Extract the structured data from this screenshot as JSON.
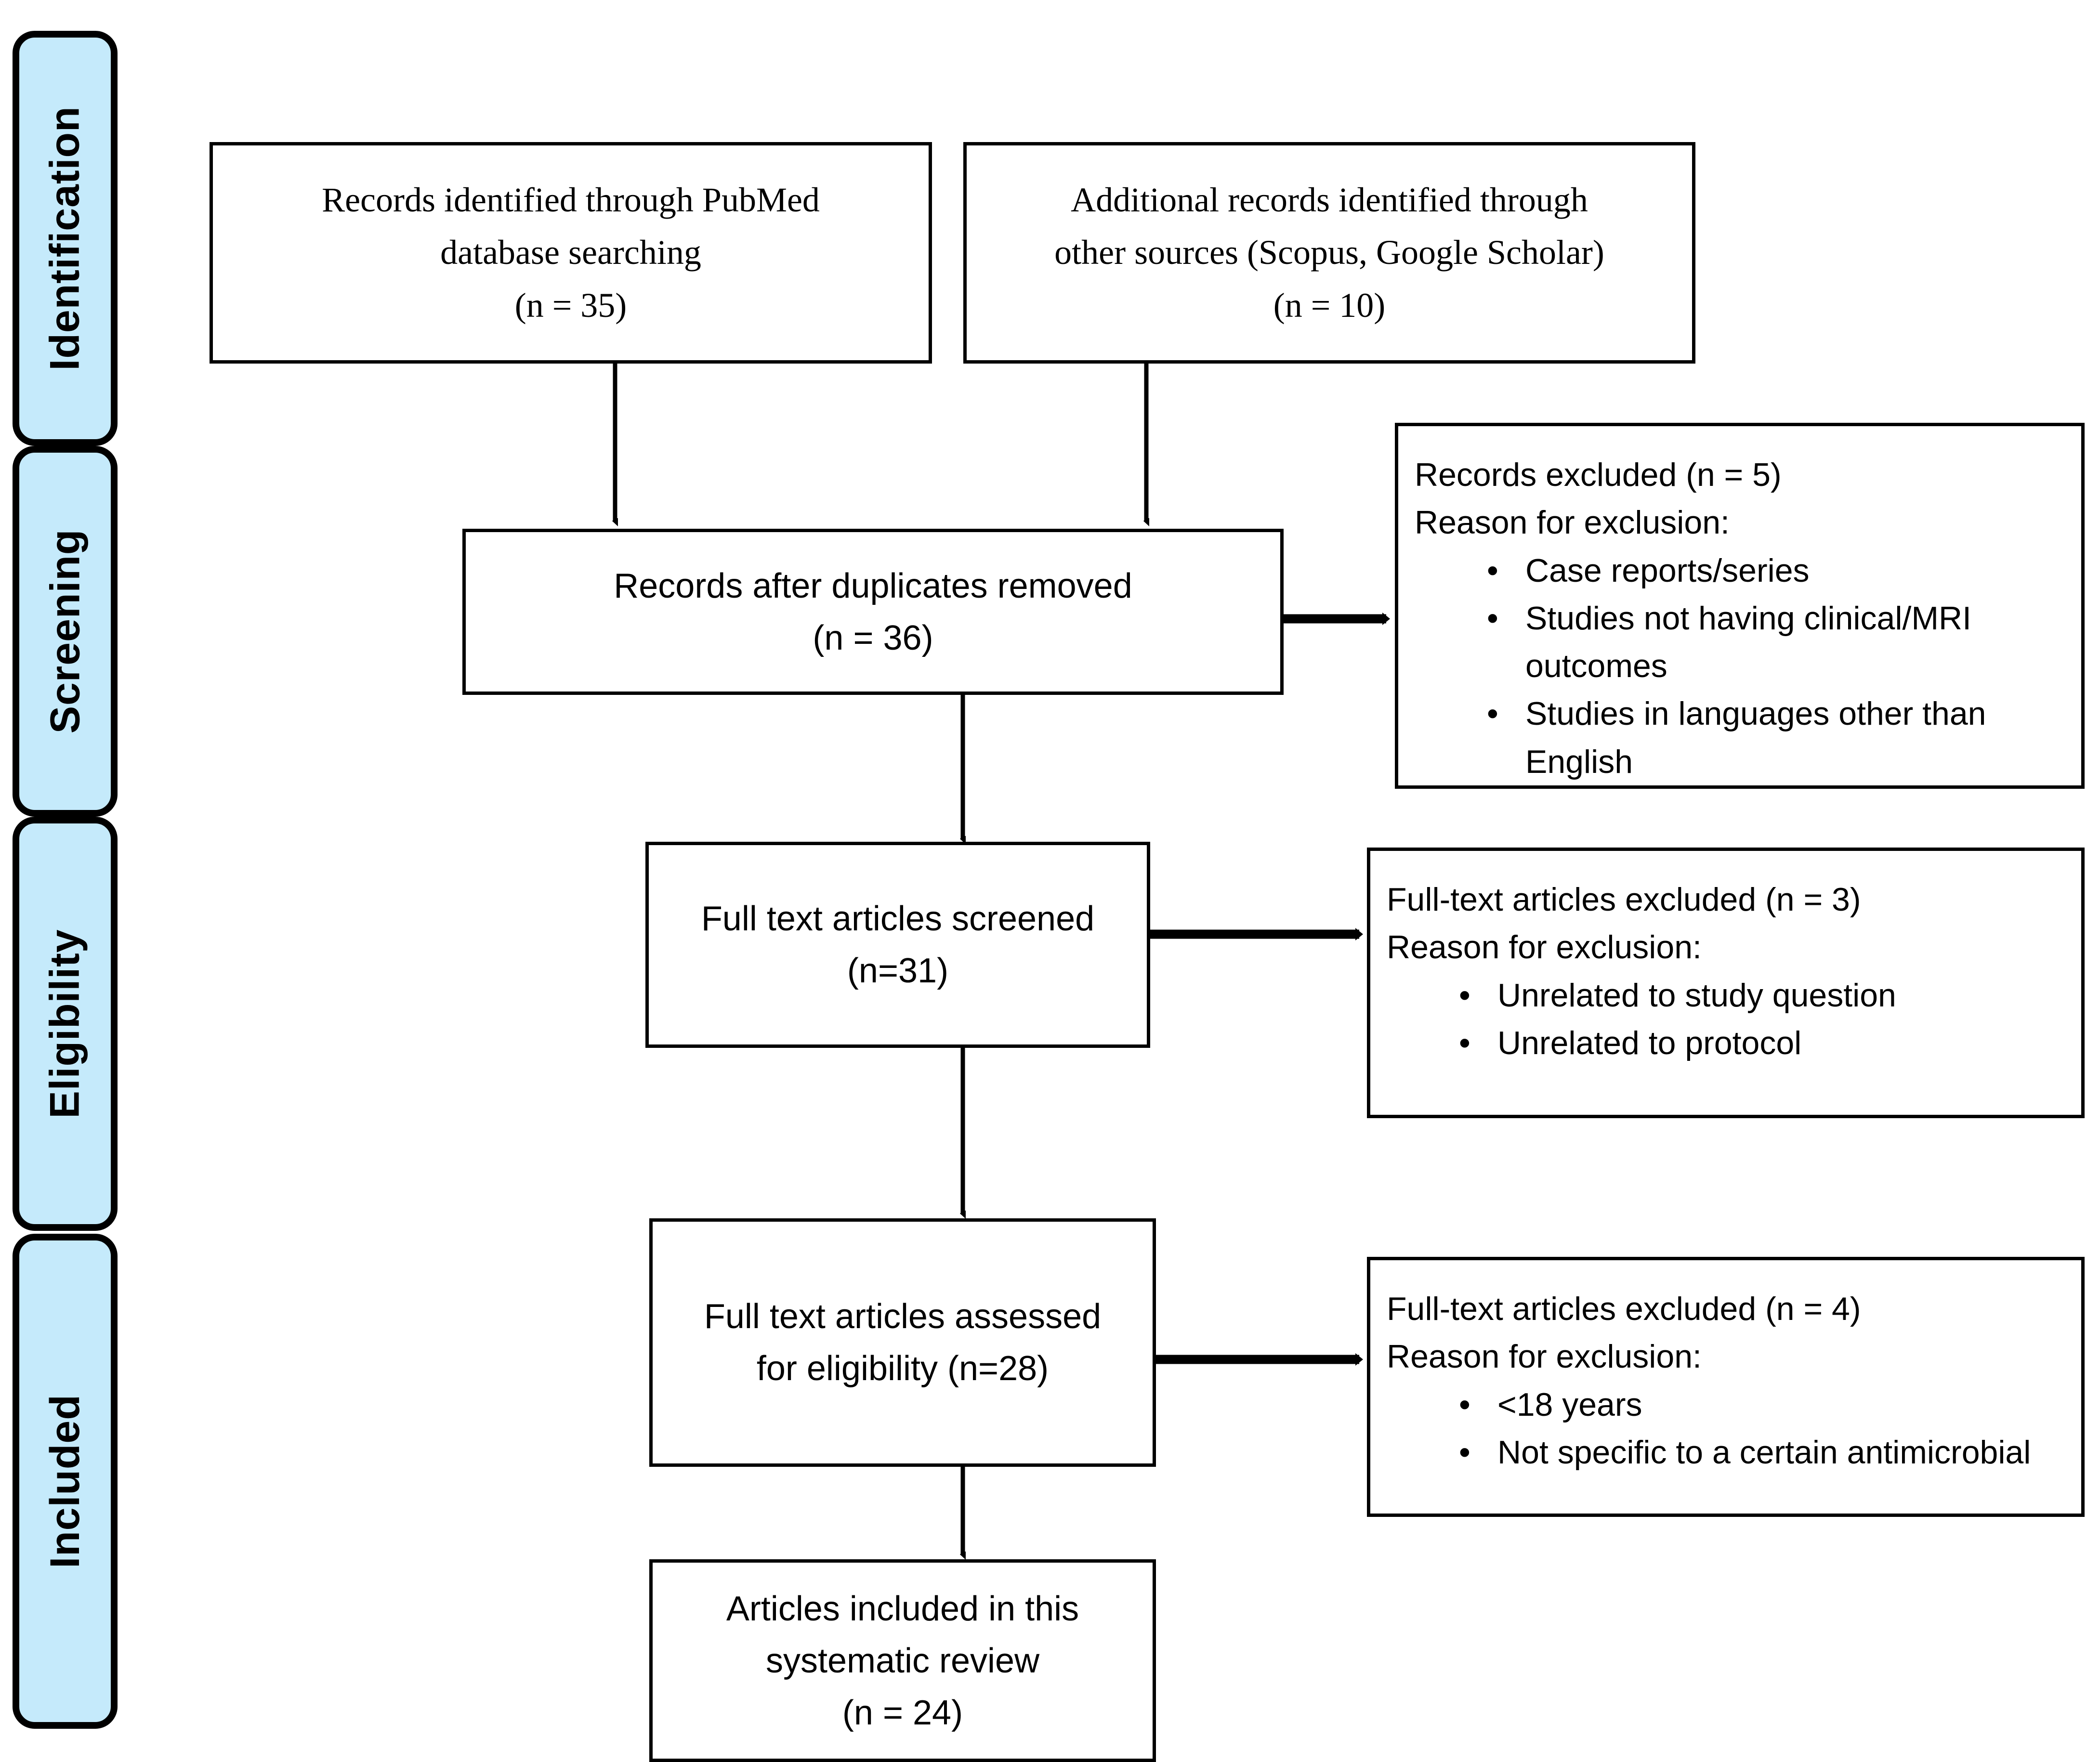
{
  "stages": [
    {
      "label": "Identification"
    },
    {
      "label": "Screening"
    },
    {
      "label": "Eligibility"
    },
    {
      "label": "Included"
    }
  ],
  "boxes": {
    "pubmed": {
      "line1": "Records identified through PubMed",
      "line2": "database searching",
      "line3": "(n = 35)"
    },
    "other_sources": {
      "line1": "Additional records identified through",
      "line2": "other sources (Scopus, Google Scholar)",
      "line3": "(n = 10)"
    },
    "duplicates_removed": {
      "line1": "Records after duplicates removed",
      "line2": "(n = 36)"
    },
    "full_text_screened": {
      "line1": "Full text articles screened",
      "line2": "(n=31)"
    },
    "full_text_assessed": {
      "line1": "Full text articles assessed",
      "line2": "for eligibility (n=28)"
    },
    "included": {
      "line1": "Articles included in this",
      "line2": "systematic review",
      "line3": "(n = 24)"
    }
  },
  "exclusions": {
    "records_excluded": {
      "title": "Records excluded (n = 5)",
      "reason_label": "Reason for exclusion:",
      "reasons": [
        "Case reports/series",
        "Studies not having clinical/MRI outcomes",
        "Studies in languages other than English"
      ]
    },
    "fulltext_excluded_1": {
      "title": "Full-text articles excluded (n = 3)",
      "reason_label": "Reason for exclusion:",
      "reasons": [
        "Unrelated to study question",
        "Unrelated to protocol"
      ]
    },
    "fulltext_excluded_2": {
      "title": "Full-text articles excluded (n = 4)",
      "reason_label": "Reason for exclusion:",
      "reasons": [
        "<18 years",
        " Not specific to a certain antimicrobial"
      ]
    }
  },
  "bullet_glyph": "•",
  "colors": {
    "stage_fill": "#C5EAFB",
    "stroke": "#000000",
    "background": "#FFFFFF"
  },
  "chart_data": {
    "type": "table",
    "title": "PRISMA flow diagram",
    "stages": [
      "Identification",
      "Screening",
      "Eligibility",
      "Included"
    ],
    "counts": {
      "records_pubmed": 35,
      "records_other_sources": 10,
      "records_after_duplicates_removed": 36,
      "records_excluded": 5,
      "full_text_articles_screened": 31,
      "full_text_articles_excluded_screening": 3,
      "full_text_articles_assessed_for_eligibility": 28,
      "full_text_articles_excluded_eligibility": 4,
      "articles_included_in_review": 24
    }
  }
}
